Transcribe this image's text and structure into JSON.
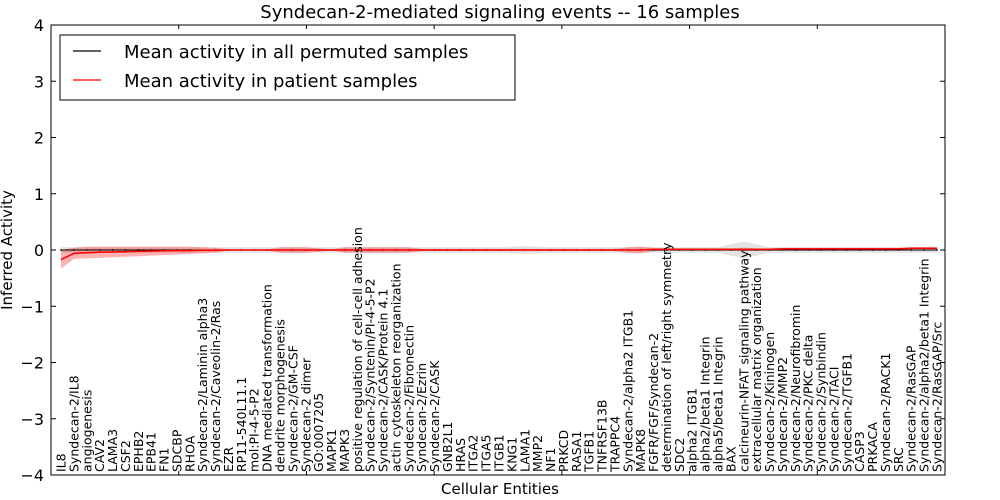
{
  "chart_data": {
    "type": "line",
    "title": "Syndecan-2-mediated signaling events -- 16 samples",
    "xlabel": "Cellular Entities",
    "ylabel": "Inferred Activity",
    "ylim": [
      -4,
      4
    ],
    "yticks": [
      "−4",
      "−3",
      "−2",
      "−1",
      "0",
      "1",
      "2",
      "3",
      "4"
    ],
    "ytick_values": [
      -4,
      -3,
      -2,
      -1,
      0,
      1,
      2,
      3,
      4
    ],
    "grid": false,
    "legend_position": "top-left",
    "categories": [
      "IL8",
      "Syndecan-2/IL8",
      "angiogenesis",
      "CAV2",
      "LAMA3",
      "CSF2",
      "EPHB2",
      "EPB41",
      "FN1",
      "SDCBP",
      "RHOA",
      "Syndecan-2/Laminin alpha3",
      "Syndecan-2/Caveolin-2/Ras",
      "EZR",
      "RP11-540L11.1",
      "mol:PI-4-5-P2",
      "DNA mediated transformation",
      "dendrite morphogenesis",
      "Syndecan-2/GM-CSF",
      "Syndecan-2 dimer",
      "GO:0007205",
      "MAPK1",
      "MAPK3",
      "positive regulation of cell-cell adhesion",
      "Syndecan-2/Syntenin/PI-4-5-P2",
      "Syndecan-2/CASK/Protein 4.1",
      "actin cytoskeleton reorganization",
      "Syndecan-2/Fibronectin",
      "Syndecan-2/Ezrin",
      "Syndecan-2/CASK",
      "GNB2L1",
      "HRAS",
      "ITGA2",
      "ITGA5",
      "ITGB1",
      "KNG1",
      "LAMA1",
      "MMP2",
      "NF1",
      "PRKCD",
      "RASA1",
      "TGFB1",
      "TNFRSF13B",
      "TRAPPC4",
      "Syndecan-2/alpha2 ITGB1",
      "MAPK8",
      "FGFR/FGF/Syndecan-2",
      "determination of left/right symmetry",
      "SDC2",
      "alpha2 ITGB1",
      "alpha2/beta1 Integrin",
      "alpha5/beta1 Integrin",
      "BAX",
      "calcineurin-NFAT signaling pathway",
      "extracellular matrix organization",
      "Syndecan-2/Kininogen",
      "Syndecan-2/MMP2",
      "Syndecan-2/Neurofibromin",
      "Syndecan-2/PKC delta",
      "Syndecan-2/Synbindin",
      "Syndecan-2/TACI",
      "Syndecan-2/TGFB1",
      "CASP3",
      "PRKACA",
      "Syndecan-2/RACK1",
      "SRC",
      "Syndecan-2/RasGAP",
      "Syndecan-2/alpha2/beta1 Integrin",
      "Syndecan-2/RasGAP/Src"
    ],
    "series": [
      {
        "name": "Mean activity in all permuted samples",
        "color": "#000000",
        "values": [
          0,
          0,
          0,
          0,
          0,
          0,
          0,
          0,
          0,
          0,
          0,
          0,
          0,
          0,
          0,
          0,
          0,
          0,
          0,
          0,
          0,
          0,
          0,
          0,
          0,
          0,
          0,
          0,
          0,
          0,
          0,
          0,
          0,
          0,
          0,
          0,
          0,
          0,
          0,
          0,
          0,
          0,
          0,
          0,
          0,
          0,
          0,
          0,
          0,
          0,
          0,
          0,
          0,
          0,
          0,
          0,
          0,
          0,
          0,
          0,
          0,
          0,
          0,
          0,
          0,
          0,
          0,
          0,
          0
        ],
        "band_color": "#cccccc",
        "band_lower": [
          -0.05,
          -0.05,
          -0.05,
          -0.05,
          -0.05,
          -0.05,
          -0.05,
          -0.05,
          -0.05,
          -0.05,
          -0.05,
          -0.05,
          -0.05,
          -0.05,
          -0.05,
          -0.05,
          -0.05,
          -0.05,
          -0.05,
          -0.05,
          -0.05,
          -0.05,
          -0.05,
          -0.05,
          -0.05,
          -0.05,
          -0.05,
          -0.05,
          -0.05,
          -0.05,
          -0.05,
          -0.05,
          -0.05,
          -0.05,
          -0.05,
          -0.06,
          -0.07,
          -0.06,
          -0.05,
          -0.05,
          -0.05,
          -0.05,
          -0.05,
          -0.05,
          -0.05,
          -0.05,
          -0.05,
          -0.05,
          -0.05,
          -0.05,
          -0.05,
          -0.05,
          -0.1,
          -0.15,
          -0.1,
          -0.05,
          -0.05,
          -0.05,
          -0.05,
          -0.05,
          -0.05,
          -0.05,
          -0.05,
          -0.05,
          -0.05,
          -0.05,
          -0.05,
          -0.05,
          -0.05
        ],
        "band_upper": [
          0.05,
          0.05,
          0.05,
          0.05,
          0.05,
          0.05,
          0.05,
          0.05,
          0.05,
          0.05,
          0.05,
          0.05,
          0.05,
          0.05,
          0.05,
          0.05,
          0.05,
          0.05,
          0.05,
          0.05,
          0.05,
          0.05,
          0.05,
          0.05,
          0.05,
          0.05,
          0.05,
          0.05,
          0.05,
          0.05,
          0.05,
          0.05,
          0.05,
          0.05,
          0.05,
          0.06,
          0.07,
          0.06,
          0.05,
          0.05,
          0.05,
          0.05,
          0.05,
          0.05,
          0.05,
          0.05,
          0.05,
          0.05,
          0.05,
          0.05,
          0.05,
          0.05,
          0.1,
          0.15,
          0.1,
          0.05,
          0.05,
          0.05,
          0.05,
          0.05,
          0.05,
          0.05,
          0.05,
          0.05,
          0.05,
          0.05,
          0.05,
          0.05,
          0.05
        ]
      },
      {
        "name": "Mean activity in patient samples",
        "color": "#ff0000",
        "values": [
          -0.17,
          -0.06,
          -0.05,
          -0.04,
          -0.035,
          -0.03,
          -0.025,
          -0.02,
          -0.015,
          -0.01,
          -0.01,
          -0.005,
          -0.005,
          0,
          0,
          0,
          0,
          0,
          0,
          0,
          0,
          0,
          0,
          0,
          0,
          0,
          0,
          0,
          0,
          0,
          0,
          0,
          0,
          0,
          0,
          0,
          0,
          0,
          0,
          0,
          0,
          0,
          0,
          0,
          0,
          0,
          0.01,
          0.01,
          0.01,
          0.01,
          0.01,
          0.01,
          0.01,
          0.01,
          0.01,
          0.01,
          0.02,
          0.02,
          0.02,
          0.02,
          0.02,
          0.02,
          0.02,
          0.02,
          0.02,
          0.02,
          0.03,
          0.03,
          0.03
        ],
        "band_color": "#ff0000",
        "band_lower": [
          -0.33,
          -0.16,
          -0.15,
          -0.14,
          -0.13,
          -0.12,
          -0.11,
          -0.1,
          -0.09,
          -0.08,
          -0.07,
          -0.06,
          -0.05,
          -0.01,
          -0.01,
          -0.01,
          -0.01,
          -0.05,
          -0.05,
          -0.05,
          -0.03,
          -0.01,
          -0.05,
          -0.05,
          -0.05,
          -0.05,
          -0.05,
          -0.05,
          -0.02,
          -0.02,
          -0.02,
          -0.02,
          -0.02,
          -0.02,
          -0.02,
          -0.02,
          -0.02,
          -0.02,
          -0.02,
          -0.02,
          -0.02,
          -0.02,
          -0.02,
          -0.02,
          -0.05,
          -0.06,
          -0.02,
          -0.01,
          -0.01,
          -0.01,
          -0.01,
          -0.01,
          -0.01,
          -0.02,
          -0.01,
          -0.01,
          0,
          0,
          0,
          0,
          0,
          0,
          0,
          0,
          0,
          0,
          0.01,
          0.01,
          0.01
        ],
        "band_upper": [
          0,
          0.04,
          0.06,
          0.06,
          0.06,
          0.06,
          0.06,
          0.06,
          0.06,
          0.06,
          0.06,
          0.05,
          0.04,
          0.01,
          0.01,
          0.01,
          0.01,
          0.05,
          0.05,
          0.05,
          0.03,
          0.01,
          0.05,
          0.05,
          0.05,
          0.05,
          0.05,
          0.05,
          0.02,
          0.02,
          0.02,
          0.02,
          0.02,
          0.02,
          0.02,
          0.02,
          0.02,
          0.02,
          0.02,
          0.02,
          0.02,
          0.02,
          0.02,
          0.02,
          0.05,
          0.06,
          0.04,
          0.03,
          0.03,
          0.03,
          0.03,
          0.03,
          0.03,
          0.04,
          0.03,
          0.03,
          0.04,
          0.04,
          0.04,
          0.04,
          0.04,
          0.04,
          0.04,
          0.04,
          0.04,
          0.04,
          0.05,
          0.05,
          0.05
        ]
      }
    ]
  }
}
